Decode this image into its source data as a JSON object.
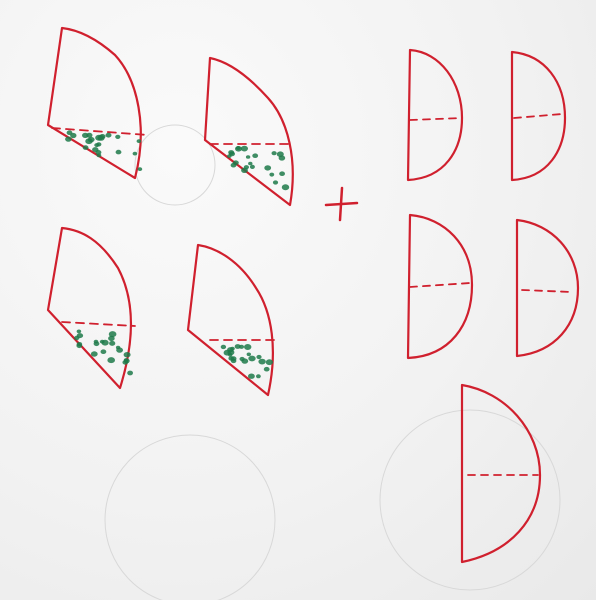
{
  "ink": {
    "red": "#d0202e",
    "green": "#1e7a4a",
    "paper": "#f3f3f3"
  },
  "sketch": {
    "left_group": {
      "shape": "quarter-circle sector with dotted (shaded) lower segment",
      "count": 4
    },
    "operator_symbol": "plus",
    "right_group": {
      "shape": "half-circle with dashed midline",
      "count": 5
    }
  }
}
